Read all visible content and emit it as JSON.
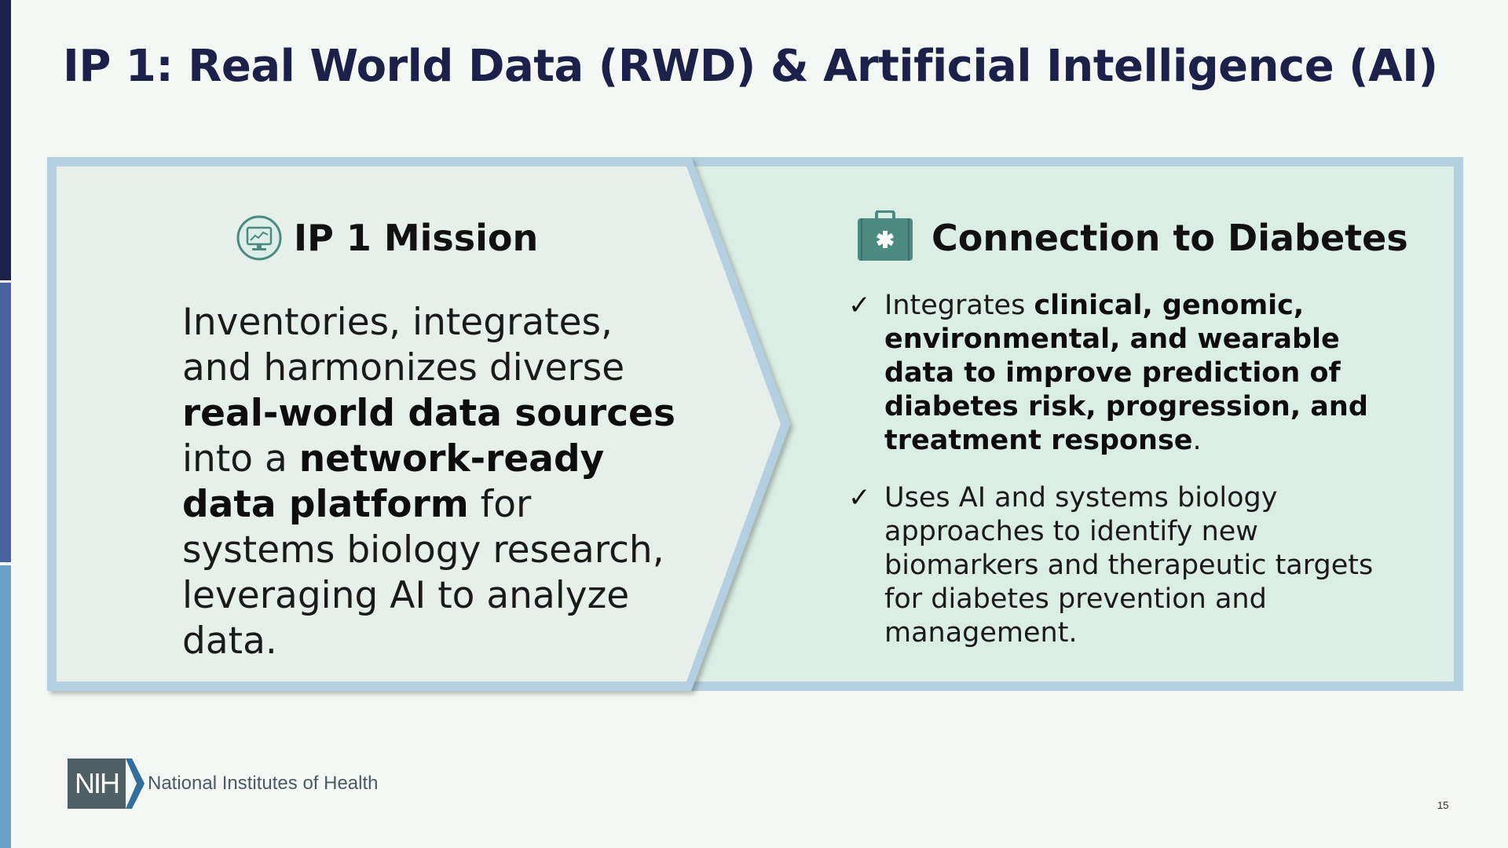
{
  "slide": {
    "title": "IP 1: Real World Data (RWD) & Artificial Intelligence (AI)",
    "page_number": "15"
  },
  "mission": {
    "icon": "monitor-chart-icon",
    "title": "IP 1 Mission",
    "text_parts": [
      {
        "text": "Inventories, integrates, and harmonizes diverse ",
        "bold": false
      },
      {
        "text": "real-world data sources",
        "bold": true
      },
      {
        "text": " into a ",
        "bold": false
      },
      {
        "text": "network-ready data platform",
        "bold": true
      },
      {
        "text": " for systems biology research, leveraging AI to analyze data.",
        "bold": false
      }
    ]
  },
  "diabetes": {
    "icon": "medical-kit-icon",
    "title": "Connection to Diabetes",
    "check_symbol": "✓",
    "bullets": [
      {
        "parts": [
          {
            "text": "Integrates ",
            "bold": false
          },
          {
            "text": "clinical, genomic, environmental, and wearable data to improve prediction of diabetes risk, progression, and treatment response",
            "bold": true
          },
          {
            "text": ".",
            "bold": false
          }
        ]
      },
      {
        "parts": [
          {
            "text": "Uses AI and systems biology approaches to identify new biomarkers and therapeutic targets for diabetes prevention and management.",
            "bold": false
          }
        ]
      }
    ]
  },
  "footer": {
    "logo_text": "NIH",
    "org_name": "National Institutes of Health"
  },
  "colors": {
    "title": "#1b2148",
    "panel_border": "#b4cfdf",
    "mission_bg": "#e6efe9",
    "diabetes_bg": "#daeee5",
    "icon_teal": "#4c8a80"
  }
}
